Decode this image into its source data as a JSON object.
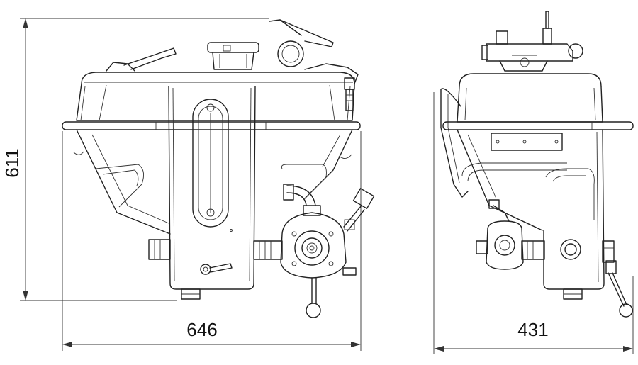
{
  "dimensions": {
    "height": "611",
    "front_width": "646",
    "side_width": "431"
  }
}
